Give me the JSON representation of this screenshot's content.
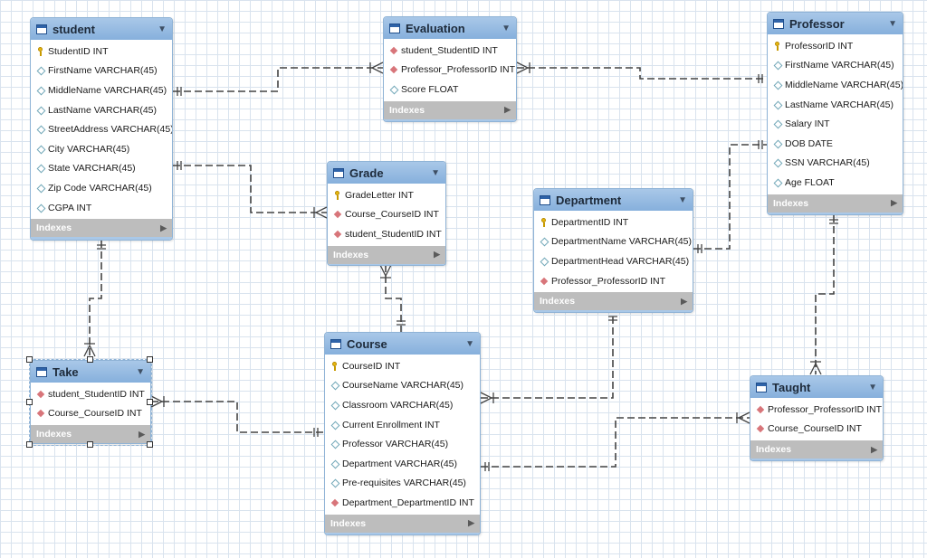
{
  "tables": {
    "student": {
      "title": "student",
      "columns": [
        {
          "icon": "primary-key-icon",
          "text": "StudentID INT"
        },
        {
          "icon": "column-icon",
          "text": "FirstName VARCHAR(45)"
        },
        {
          "icon": "column-icon",
          "text": "MiddleName VARCHAR(45)"
        },
        {
          "icon": "column-icon",
          "text": "LastName VARCHAR(45)"
        },
        {
          "icon": "column-icon",
          "text": "StreetAddress VARCHAR(45)"
        },
        {
          "icon": "column-icon",
          "text": "City VARCHAR(45)"
        },
        {
          "icon": "column-icon",
          "text": "State VARCHAR(45)"
        },
        {
          "icon": "column-icon",
          "text": "Zip Code VARCHAR(45)"
        },
        {
          "icon": "column-icon",
          "text": "CGPA INT"
        }
      ],
      "indexes_label": "Indexes"
    },
    "evaluation": {
      "title": "Evaluation",
      "columns": [
        {
          "icon": "foreign-key-icon",
          "text": "student_StudentID INT"
        },
        {
          "icon": "foreign-key-icon",
          "text": "Professor_ProfessorID INT"
        },
        {
          "icon": "column-icon",
          "text": "Score FLOAT"
        }
      ],
      "indexes_label": "Indexes"
    },
    "professor": {
      "title": "Professor",
      "columns": [
        {
          "icon": "primary-key-icon",
          "text": "ProfessorID INT"
        },
        {
          "icon": "column-icon",
          "text": "FirstName VARCHAR(45)"
        },
        {
          "icon": "column-icon",
          "text": "MiddleName VARCHAR(45)"
        },
        {
          "icon": "column-icon",
          "text": "LastName VARCHAR(45)"
        },
        {
          "icon": "column-icon",
          "text": "Salary INT"
        },
        {
          "icon": "column-icon",
          "text": "DOB DATE"
        },
        {
          "icon": "column-icon",
          "text": "SSN VARCHAR(45)"
        },
        {
          "icon": "column-icon",
          "text": "Age FLOAT"
        }
      ],
      "indexes_label": "Indexes"
    },
    "grade": {
      "title": "Grade",
      "columns": [
        {
          "icon": "primary-key-icon",
          "text": "GradeLetter INT"
        },
        {
          "icon": "foreign-key-icon",
          "text": "Course_CourseID INT"
        },
        {
          "icon": "foreign-key-icon",
          "text": "student_StudentID INT"
        }
      ],
      "indexes_label": "Indexes"
    },
    "department": {
      "title": "Department",
      "columns": [
        {
          "icon": "primary-key-icon",
          "text": "DepartmentID INT"
        },
        {
          "icon": "column-icon",
          "text": "DepartmentName VARCHAR(45)"
        },
        {
          "icon": "column-icon",
          "text": "DepartmentHead VARCHAR(45)"
        },
        {
          "icon": "foreign-key-icon",
          "text": "Professor_ProfessorID INT"
        }
      ],
      "indexes_label": "Indexes"
    },
    "take": {
      "title": "Take",
      "columns": [
        {
          "icon": "foreign-key-icon",
          "text": "student_StudentID INT"
        },
        {
          "icon": "foreign-key-icon",
          "text": "Course_CourseID INT"
        }
      ],
      "indexes_label": "Indexes"
    },
    "course": {
      "title": "Course",
      "columns": [
        {
          "icon": "primary-key-icon",
          "text": "CourseID INT"
        },
        {
          "icon": "column-icon",
          "text": "CourseName VARCHAR(45)"
        },
        {
          "icon": "column-icon",
          "text": "Classroom VARCHAR(45)"
        },
        {
          "icon": "column-icon",
          "text": "Current Enrollment INT"
        },
        {
          "icon": "column-icon",
          "text": "Professor VARCHAR(45)"
        },
        {
          "icon": "column-icon",
          "text": "Department VARCHAR(45)"
        },
        {
          "icon": "column-icon",
          "text": "Pre-requisites VARCHAR(45)"
        },
        {
          "icon": "foreign-key-icon",
          "text": "Department_DepartmentID INT"
        }
      ],
      "indexes_label": "Indexes"
    },
    "taught": {
      "title": "Taught",
      "columns": [
        {
          "icon": "foreign-key-icon",
          "text": "Professor_ProfessorID INT"
        },
        {
          "icon": "foreign-key-icon",
          "text": "Course_CourseID INT"
        }
      ],
      "indexes_label": "Indexes"
    }
  },
  "colors": {
    "header": "#a9c8e8",
    "indexes_bar": "#bdbdbd",
    "connector": "#444444",
    "grid": "#d9e3ee"
  }
}
